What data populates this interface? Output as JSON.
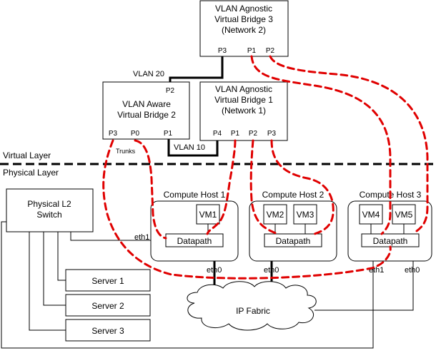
{
  "bridge3": {
    "line1": "VLAN Agnostic",
    "line2": "Virtual Bridge 3",
    "line3": "(Network 2)",
    "p3": "P3",
    "p1": "P1",
    "p2": "P2"
  },
  "bridge2": {
    "line1": "VLAN Aware",
    "line2": "Virtual Bridge 2",
    "p2": "P2",
    "p3": "P3",
    "p0": "P0",
    "p1": "P1"
  },
  "bridge1": {
    "line1": "VLAN Agnostic",
    "line2": "Virtual Bridge 1",
    "line3": "(Network 1)",
    "p4": "P4",
    "p1": "P1",
    "p2": "P2",
    "p3": "P3"
  },
  "labels": {
    "vlan20": "VLAN 20",
    "vlan10": "VLAN 10",
    "trunks": "Trunks",
    "virtual_layer": "Virtual Layer",
    "physical_layer": "Physical Layer",
    "eth1": "eth1",
    "eth0": "eth0"
  },
  "switch": {
    "line1": "Physical L2",
    "line2": "Switch"
  },
  "host1": {
    "title": "Compute Host 1",
    "vm1": "VM1",
    "datapath": "Datapath"
  },
  "host2": {
    "title": "Compute Host 2",
    "vm2": "VM2",
    "vm3": "VM3",
    "datapath": "Datapath"
  },
  "host3": {
    "title": "Compute Host 3",
    "vm4": "VM4",
    "vm5": "VM5",
    "datapath": "Datapath",
    "eth1": "eth1",
    "eth0": "eth0"
  },
  "servers": [
    "Server 1",
    "Server 2",
    "Server 3"
  ],
  "fabric": {
    "label": "IP Fabric"
  },
  "colors": {
    "overlay": "#e00000",
    "line": "#000000"
  }
}
